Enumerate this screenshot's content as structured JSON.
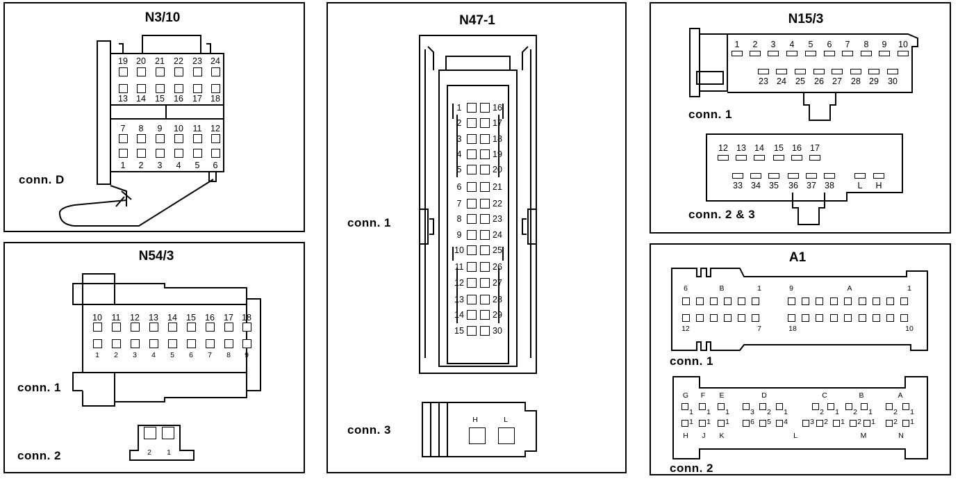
{
  "panels": {
    "n3_10": {
      "title": "N3/10",
      "connector_label": "conn. D",
      "row1_labels": [
        "19",
        "20",
        "21",
        "22",
        "23",
        "24"
      ],
      "row2_labels": [
        "13",
        "14",
        "15",
        "16",
        "17",
        "18"
      ],
      "row3_labels": [
        "7",
        "8",
        "9",
        "10",
        "11",
        "12"
      ],
      "row4_labels": [
        "1",
        "2",
        "3",
        "4",
        "5",
        "6"
      ]
    },
    "n54_3": {
      "title": "N54/3",
      "conn1_label": "conn. 1",
      "conn2_label": "conn. 2",
      "top_labels": [
        "10",
        "11",
        "12",
        "13",
        "14",
        "15",
        "16",
        "17",
        "18"
      ],
      "bottom_labels": [
        "1",
        "2",
        "3",
        "4",
        "5",
        "6",
        "7",
        "8",
        "9"
      ],
      "conn2_pins": [
        "2",
        "1"
      ]
    },
    "n47_1": {
      "title": "N47-1",
      "conn1_label": "conn. 1",
      "conn3_label": "conn. 3",
      "left_labels": [
        "1",
        "2",
        "3",
        "4",
        "5",
        "6",
        "7",
        "8",
        "9",
        "10",
        "11",
        "12",
        "13",
        "14",
        "15"
      ],
      "right_labels": [
        "16",
        "17",
        "18",
        "19",
        "20",
        "21",
        "22",
        "23",
        "24",
        "25",
        "26",
        "27",
        "28",
        "29",
        "30"
      ],
      "conn3_pins": [
        "H",
        "L"
      ]
    },
    "n15_3": {
      "title": "N15/3",
      "conn1_label": "conn. 1",
      "conn23_label": "conn. 2 & 3",
      "conn1_top": [
        "1",
        "2",
        "3",
        "4",
        "5",
        "6",
        "7",
        "8",
        "9",
        "10"
      ],
      "conn1_bottom": [
        "23",
        "24",
        "25",
        "26",
        "27",
        "28",
        "29",
        "30"
      ],
      "conn2_top": [
        "12",
        "13",
        "14",
        "15",
        "16",
        "17"
      ],
      "conn2_bottom": [
        "33",
        "34",
        "35",
        "36",
        "37",
        "38"
      ],
      "conn2_extra": [
        "L",
        "H"
      ]
    },
    "a1": {
      "title": "A1",
      "conn1_label": "conn. 1",
      "conn2_label": "conn. 2",
      "conn1_marks_top": [
        "6",
        "B",
        "1",
        "9",
        "A",
        "1"
      ],
      "conn1_marks_bottom": [
        "12",
        "7",
        "18",
        "10"
      ],
      "conn2_group_letters_top": [
        "G",
        "F",
        "E",
        "D",
        "C",
        "B",
        "A"
      ],
      "conn2_group_letters_bottom": [
        "H",
        "J",
        "K",
        "L",
        "M",
        "N"
      ],
      "conn2_top_subs": [
        "1",
        "1",
        "1",
        "3",
        "2",
        "1",
        "2",
        "1",
        "2",
        "1",
        "2",
        "1"
      ],
      "conn2_bottom_subs": [
        "1",
        "1",
        "1",
        "6",
        "5",
        "4",
        "3",
        "2",
        "1",
        "2",
        "1",
        "2",
        "1"
      ]
    }
  }
}
